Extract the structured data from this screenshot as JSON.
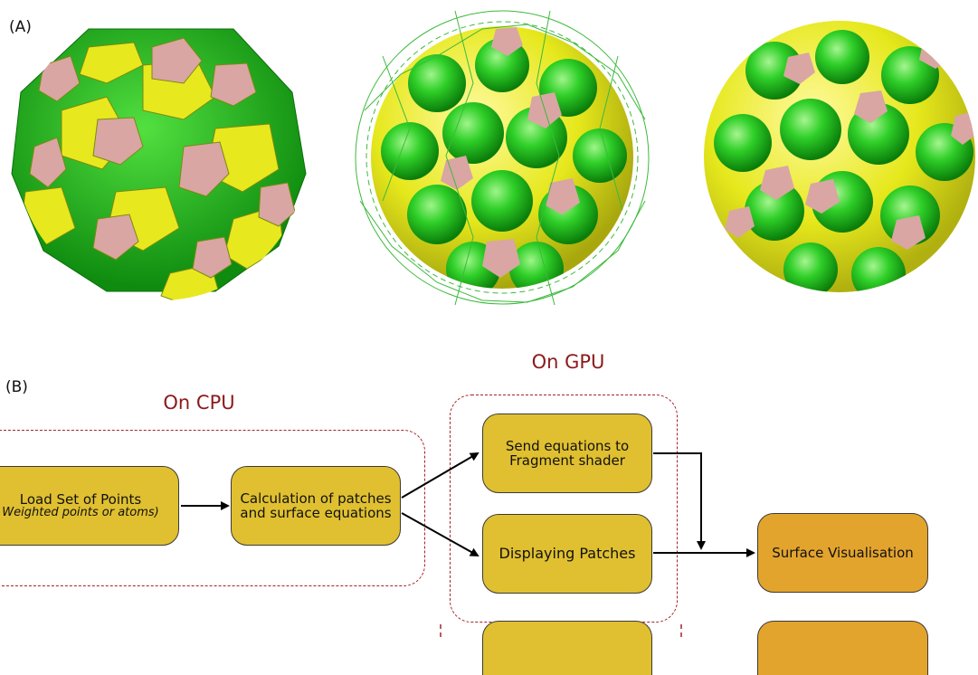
{
  "panel_a": {
    "label": "(A)",
    "colors": {
      "green": "#22c81e",
      "yellow": "#e6e81c",
      "pink": "#d9a6a3",
      "wire": "#3cba3c"
    }
  },
  "panel_b": {
    "label": "(B)",
    "cpu_title": "On CPU",
    "gpu_title": "On GPU",
    "boxes": {
      "load_points": {
        "title": "Load Set of Points",
        "subtitle": "Weighted points or atoms)"
      },
      "calc_patches": {
        "line1": "Calculation of patches",
        "line2": "and surface equations"
      },
      "send_equations": {
        "line1": "Send equations to",
        "line2": "Fragment shader"
      },
      "displaying_patches": "Displaying Patches",
      "surface_visualisation": "Surface Visualisation"
    },
    "colors": {
      "box": "#e0c030",
      "box_orange": "#e3a42e",
      "region_border": "#a4232a",
      "region_title": "#8b1a1a"
    }
  }
}
